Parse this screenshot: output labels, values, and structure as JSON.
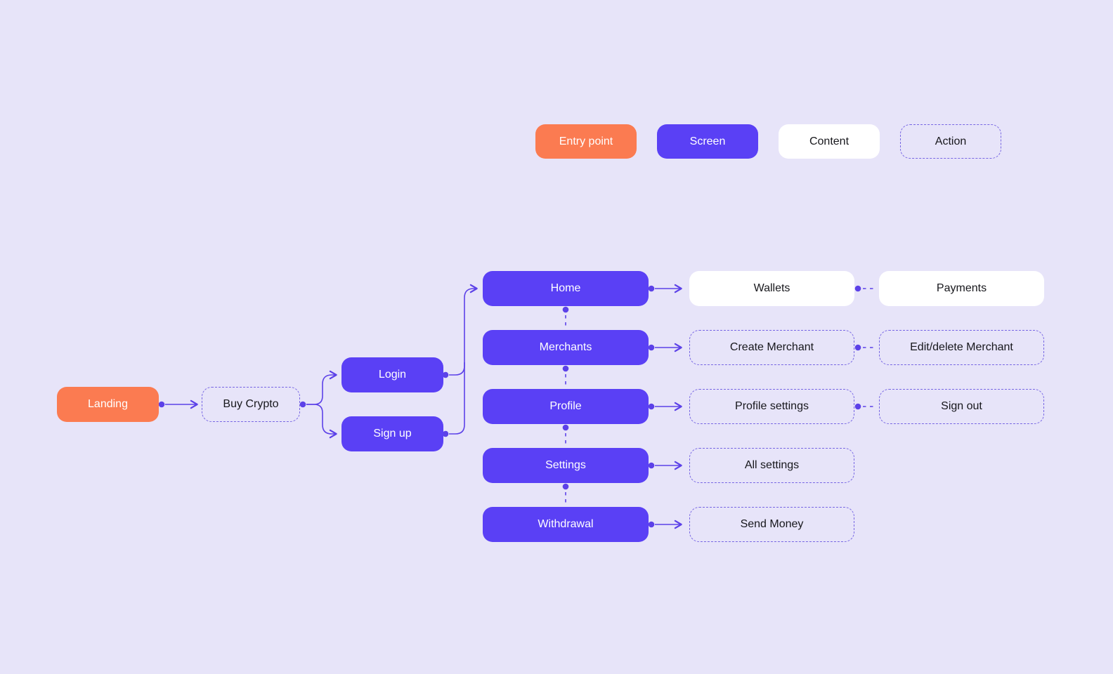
{
  "diagram": {
    "background": "#E7E4F9",
    "colors": {
      "entry_point": "#FB7B51",
      "screen": "#5A40F5",
      "content": "#FFFFFF",
      "connector": "#5C41E8",
      "dashed_border": "#7766E3",
      "text_dark": "#17171C",
      "text_light": "#FFFFFF",
      "bg": "#E7E4F9"
    },
    "legend": {
      "entry_point": "Entry point",
      "screen": "Screen",
      "content": "Content",
      "action": "Action"
    },
    "nodes": {
      "landing": "Landing",
      "buy_crypto": "Buy Crypto",
      "login": "Login",
      "sign_up": "Sign up",
      "home": "Home",
      "merchants": "Merchants",
      "profile": "Profile",
      "settings": "Settings",
      "withdrawal": "Withdrawal",
      "wallets": "Wallets",
      "payments": "Payments",
      "create_merchant": "Create Merchant",
      "edit_delete_merchant": "Edit/delete Merchant",
      "profile_settings": "Profile settings",
      "sign_out": "Sign out",
      "all_settings": "All settings",
      "send_money": "Send Money"
    },
    "edges": [
      {
        "from": "Landing",
        "to": "Buy Crypto",
        "style": "solid-arrow"
      },
      {
        "from": "Buy Crypto",
        "to": "Login",
        "style": "solid-arrow"
      },
      {
        "from": "Buy Crypto",
        "to": "Sign up",
        "style": "solid-arrow"
      },
      {
        "from": "Login",
        "to": "Home",
        "style": "solid-arrow"
      },
      {
        "from": "Sign up",
        "to": "Home",
        "style": "solid-arrow"
      },
      {
        "from": "Home",
        "to": "Wallets",
        "style": "solid-arrow"
      },
      {
        "from": "Wallets",
        "to": "Payments",
        "style": "dashed"
      },
      {
        "from": "Merchants",
        "to": "Create Merchant",
        "style": "solid-arrow"
      },
      {
        "from": "Create Merchant",
        "to": "Edit/delete Merchant",
        "style": "dashed"
      },
      {
        "from": "Profile",
        "to": "Profile settings",
        "style": "solid-arrow"
      },
      {
        "from": "Profile settings",
        "to": "Sign out",
        "style": "dashed"
      },
      {
        "from": "Settings",
        "to": "All settings",
        "style": "solid-arrow"
      },
      {
        "from": "Withdrawal",
        "to": "Send Money",
        "style": "solid-arrow"
      },
      {
        "from": "Home",
        "to": "Merchants",
        "style": "dashed-vertical"
      },
      {
        "from": "Merchants",
        "to": "Profile",
        "style": "dashed-vertical"
      },
      {
        "from": "Profile",
        "to": "Settings",
        "style": "dashed-vertical"
      },
      {
        "from": "Settings",
        "to": "Withdrawal",
        "style": "dashed-vertical"
      }
    ]
  }
}
